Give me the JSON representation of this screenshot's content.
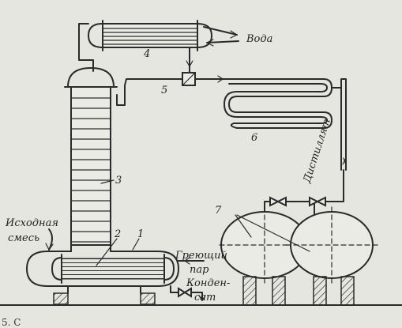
{
  "labels": {
    "water": "Вода",
    "distillate": "Дистиллят",
    "feed_line1": "Исходная",
    "feed_line2": "смесь",
    "steam_line1": "Греющий",
    "steam_line2": "пар",
    "condensate_line1": "Конден-",
    "condensate_line2": "сат"
  },
  "numbers": {
    "n1": "1",
    "n2": "2",
    "n3": "3",
    "n4": "4",
    "n5": "5",
    "n6": "6",
    "n7": "7"
  },
  "caption_fragment": "5. С"
}
